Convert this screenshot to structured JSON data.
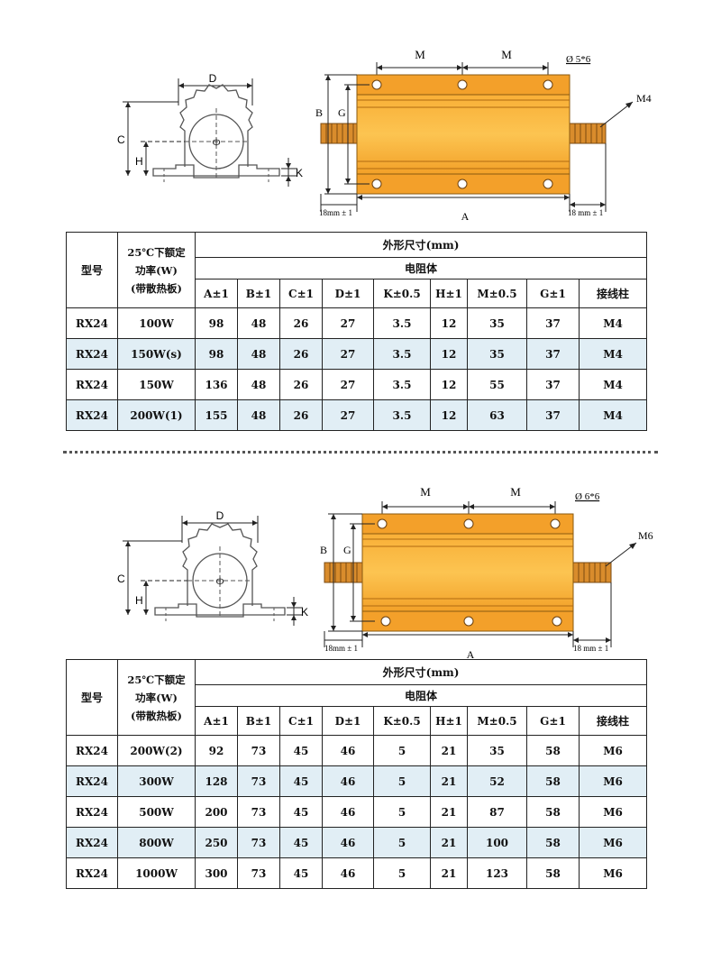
{
  "colors": {
    "resistor": "#f29a1a",
    "resistor_light": "#fcc050",
    "terminal": "#d98c2c",
    "row_shade": "#e1eef5",
    "line": "#222222"
  },
  "sections": [
    {
      "drawing": {
        "label_d": "D",
        "label_c": "C",
        "label_h": "H",
        "label_k": "K",
        "label_b": "B",
        "label_g": "G",
        "label_m1": "M",
        "label_m2": "M",
        "label_hole": "Ø 5*6",
        "label_thread": "M4",
        "label_a": "A",
        "label_left": "18mm ± 1",
        "label_right": "18 mm ± 1"
      },
      "table": {
        "h_model": "型号",
        "h_power_lines": [
          "25℃下额定",
          "功率(W)",
          "(带散热板)"
        ],
        "h_dims": "外形尺寸(mm)",
        "h_body": "电阻体",
        "cols": [
          "A±1",
          "B±1",
          "C±1",
          "D±1",
          "K±0.5",
          "H±1",
          "M±0.5",
          "G±1",
          "接线柱"
        ],
        "rows": [
          {
            "model": "RX24",
            "power": "100W",
            "vals": [
              "98",
              "48",
              "26",
              "27",
              "3.5",
              "12",
              "35",
              "37",
              "M4"
            ]
          },
          {
            "model": "RX24",
            "power": "150W(s)",
            "vals": [
              "98",
              "48",
              "26",
              "27",
              "3.5",
              "12",
              "35",
              "37",
              "M4"
            ]
          },
          {
            "model": "RX24",
            "power": "150W",
            "vals": [
              "136",
              "48",
              "26",
              "27",
              "3.5",
              "12",
              "55",
              "37",
              "M4"
            ]
          },
          {
            "model": "RX24",
            "power": "200W(1)",
            "vals": [
              "155",
              "48",
              "26",
              "27",
              "3.5",
              "12",
              "63",
              "37",
              "M4"
            ]
          }
        ]
      }
    },
    {
      "drawing": {
        "label_d": "D",
        "label_c": "C",
        "label_h": "H",
        "label_k": "K",
        "label_b": "B",
        "label_g": "G",
        "label_m1": "M",
        "label_m2": "M",
        "label_hole": "Ø 6*6",
        "label_thread": "M6",
        "label_a": "A",
        "label_left": "18mm ± 1",
        "label_right": "18 mm ± 1"
      },
      "table": {
        "h_model": "型号",
        "h_power_lines": [
          "25℃下额定",
          "功率(W)",
          "(带散热板)"
        ],
        "h_dims": "外形尺寸(mm)",
        "h_body": "电阻体",
        "cols": [
          "A±1",
          "B±1",
          "C±1",
          "D±1",
          "K±0.5",
          "H±1",
          "M±0.5",
          "G±1",
          "接线柱"
        ],
        "rows": [
          {
            "model": "RX24",
            "power": "200W(2)",
            "vals": [
              "92",
              "73",
              "45",
              "46",
              "5",
              "21",
              "35",
              "58",
              "M6"
            ]
          },
          {
            "model": "RX24",
            "power": "300W",
            "vals": [
              "128",
              "73",
              "45",
              "46",
              "5",
              "21",
              "52",
              "58",
              "M6"
            ]
          },
          {
            "model": "RX24",
            "power": "500W",
            "vals": [
              "200",
              "73",
              "45",
              "46",
              "5",
              "21",
              "87",
              "58",
              "M6"
            ]
          },
          {
            "model": "RX24",
            "power": "800W",
            "vals": [
              "250",
              "73",
              "45",
              "46",
              "5",
              "21",
              "100",
              "58",
              "M6"
            ]
          },
          {
            "model": "RX24",
            "power": "1000W",
            "vals": [
              "300",
              "73",
              "45",
              "46",
              "5",
              "21",
              "123",
              "58",
              "M6"
            ]
          }
        ]
      }
    }
  ]
}
